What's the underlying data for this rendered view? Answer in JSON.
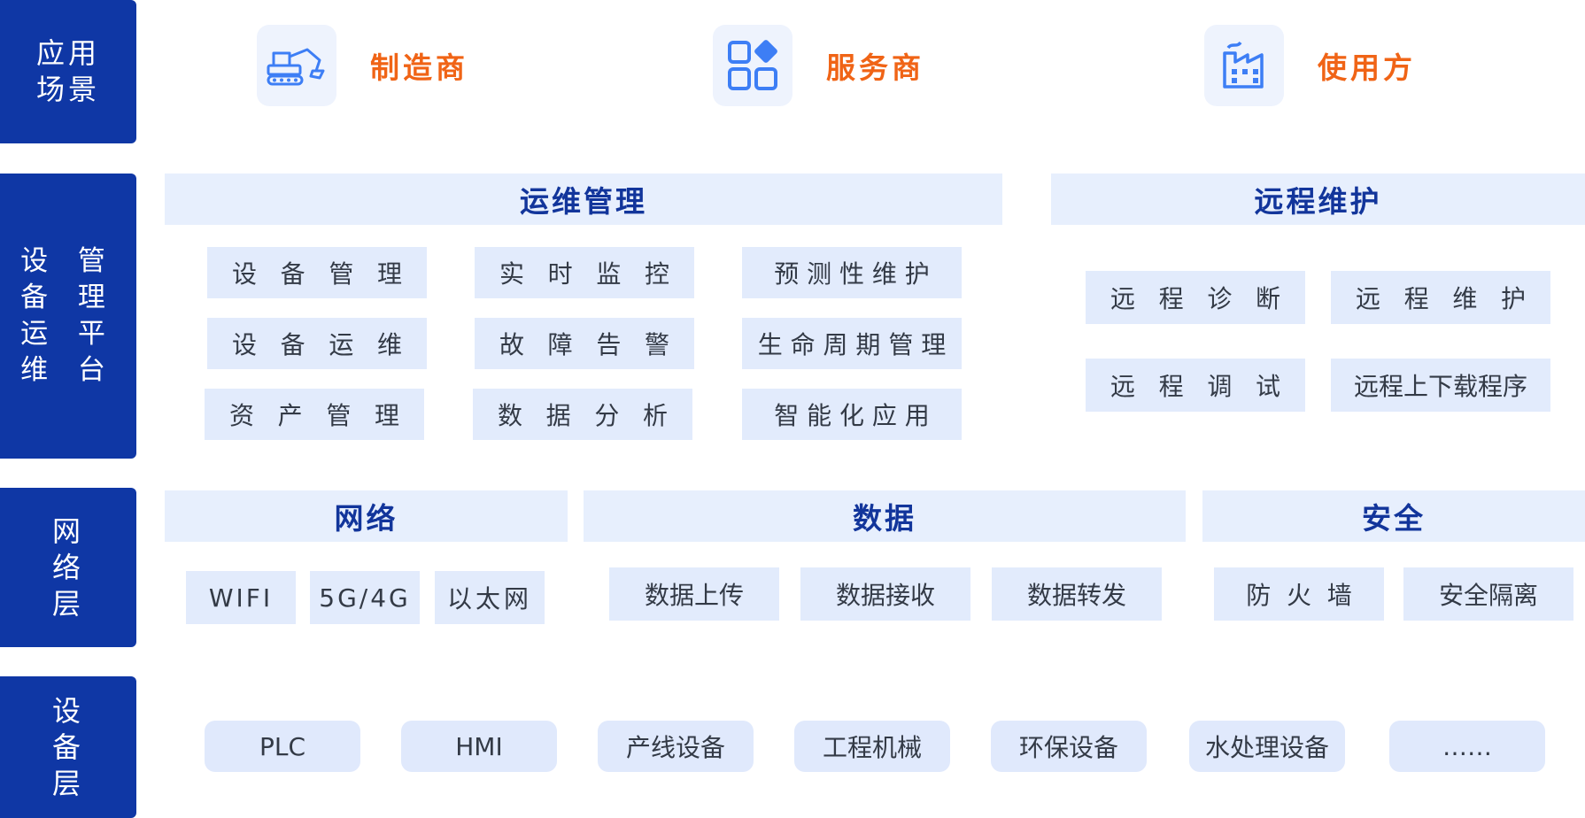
{
  "layers": {
    "application": "应用\n场景",
    "platform": "设 管\n备 理\n运 平\n维 台",
    "network": "网\n络\n层",
    "device": "设\n备\n层"
  },
  "scenarios": [
    {
      "label": "制造商",
      "icon": "excavator-icon"
    },
    {
      "label": "服务商",
      "icon": "apps-grid-icon"
    },
    {
      "label": "使用方",
      "icon": "factory-icon"
    }
  ],
  "platform": {
    "ops_header": "运维管理",
    "remote_header": "远程维护",
    "ops_items": [
      "设   备   管   理",
      "实   时   监   控",
      "预 测 性 维 护",
      "设   备   运   维",
      "故   障   告   警",
      "生 命 周 期 管 理",
      "资   产   管   理",
      "数   据   分   析",
      "智 能 化 应 用"
    ],
    "remote_items": [
      "远   程   诊   断",
      "远   程   维   护",
      "远   程   调   试",
      "远程上下载程序"
    ]
  },
  "network": {
    "net_header": "网络",
    "data_header": "数据",
    "security_header": "安全",
    "net_items": [
      "WIFI",
      "5G/4G",
      "以太网"
    ],
    "data_items": [
      "数据上传",
      "数据接收",
      "数据转发"
    ],
    "security_items": [
      "防  火  墙",
      "安全隔离"
    ]
  },
  "devices": [
    "PLC",
    "HMI",
    "产线设备",
    "工程机械",
    "环保设备",
    "水处理设备",
    "……"
  ],
  "colors": {
    "layer_label_bg": "#0f37a5",
    "scenario_text": "#f06416",
    "header_text": "#12359b",
    "item_bg": "#e2ebfc",
    "icon_blue": "#3d7ef5"
  }
}
